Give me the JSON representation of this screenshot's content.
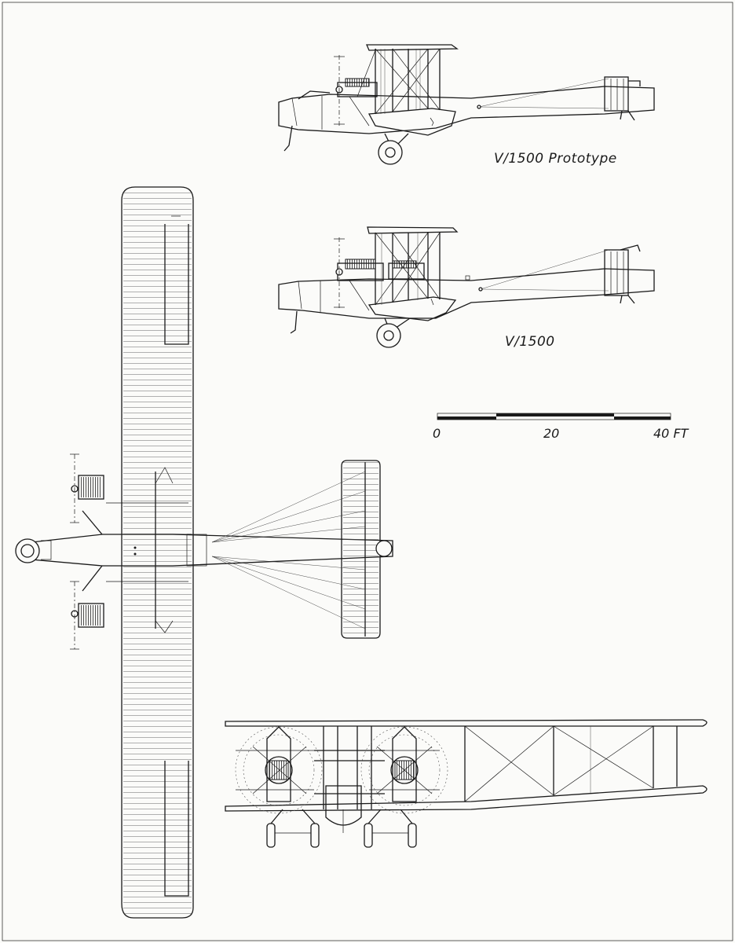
{
  "captions": {
    "prototype": "V/1500  Prototype",
    "production": "V/1500"
  },
  "scale": {
    "ticks": [
      "0",
      "20",
      "40 FT"
    ]
  }
}
